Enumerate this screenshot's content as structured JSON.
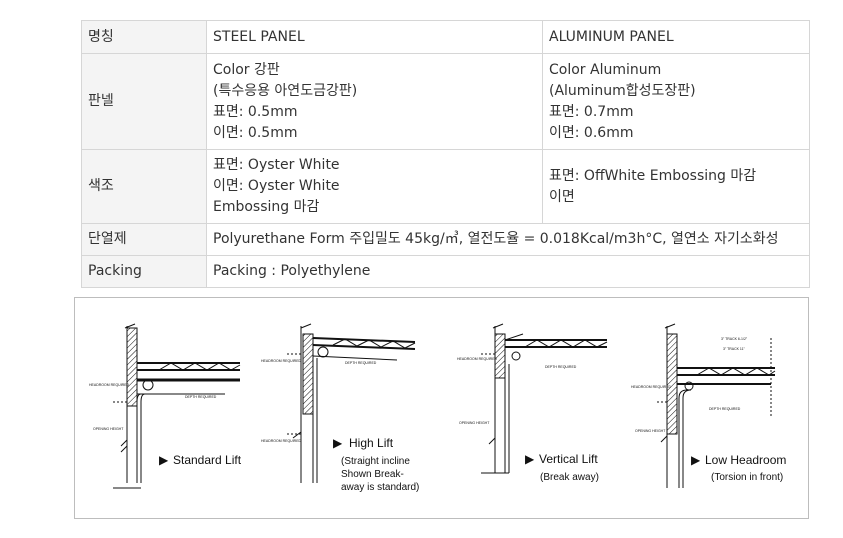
{
  "table": {
    "header": [
      "명칭",
      "STEEL PANEL",
      "ALUMINUM PANEL"
    ],
    "rows": [
      {
        "label": "판넬",
        "steel": [
          "Color 강판",
          "(특수응용 아연도금강판)",
          "표면: 0.5mm",
          "이면: 0.5mm"
        ],
        "aluminum": [
          "Color Aluminum",
          "(Aluminum합성도장판)",
          "표면: 0.7mm",
          "이면: 0.6mm"
        ]
      },
      {
        "label": "색조",
        "steel": [
          "표면: Oyster White",
          "이면: Oyster White",
          "Embossing 마감"
        ],
        "aluminum": [
          "표면: OffWhite Embossing 마감",
          "이면"
        ]
      },
      {
        "label": "단열제",
        "full": "Polyurethane Form 주입밀도 45kg/㎥, 열전도율 = 0.018Kcal/m3h°C, 열연소 자기소화성"
      },
      {
        "label": "Packing",
        "full": "Packing : Polyethylene"
      }
    ]
  },
  "diagram": {
    "panels": [
      {
        "title": "Standard Lift",
        "caption": []
      },
      {
        "title": "High Lift",
        "caption": [
          "(Straight incline",
          "Shown Break-",
          "away is standard)"
        ]
      },
      {
        "title": "Vertical Lift",
        "caption": [
          "(Break away)"
        ]
      },
      {
        "title": "Low Headroom",
        "caption": [
          "(Torsion in front)"
        ]
      }
    ],
    "labels": {
      "headroom": "HEADROOM REQUIRED",
      "depth": "DEPTH REQUIRED",
      "opening": "OPENING HEIGHT",
      "track_a": "3\" TRACK 6-1/2\"",
      "track_b": "3\" TRACK 11\""
    },
    "bullet": "▶"
  }
}
